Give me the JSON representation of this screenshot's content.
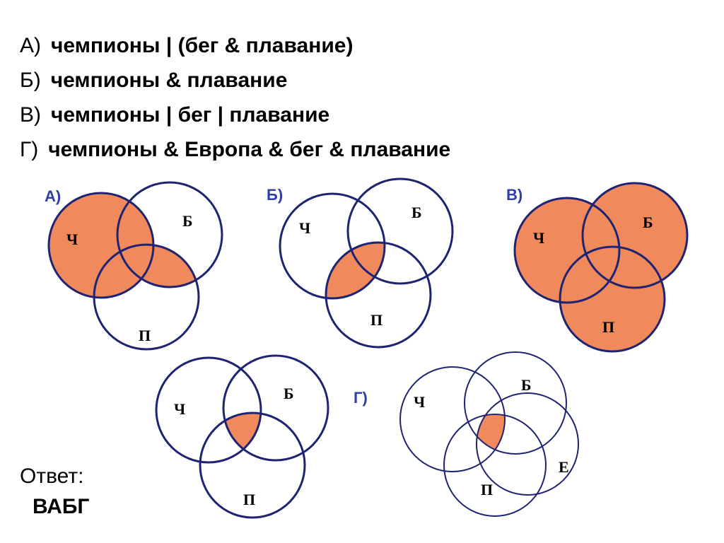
{
  "statements": [
    {
      "label": "А)",
      "expr": "чемпионы | (бег & плавание)"
    },
    {
      "label": "Б)",
      "expr": "чемпионы  & плавание"
    },
    {
      "label": "В)",
      "expr": "чемпионы | бег | плавание"
    },
    {
      "label": "Г)",
      "expr": "чемпионы & Европа & бег & плавание"
    }
  ],
  "answer_label": "Ответ:",
  "answer_value": "ВАБГ",
  "colors": {
    "fill": "#f08a5d",
    "stroke": "#1f2472",
    "label": "#2f3ea8"
  },
  "diagrams": {
    "a": {
      "tag": "А)",
      "sets": [
        "Ч",
        "Б",
        "П"
      ]
    },
    "b": {
      "tag": "Б)",
      "sets": [
        "Ч",
        "Б",
        "П"
      ]
    },
    "v": {
      "tag": "В)",
      "sets": [
        "Ч",
        "Б",
        "П"
      ]
    },
    "g_step": {
      "sets": [
        "Ч",
        "Б",
        "П"
      ]
    },
    "g": {
      "tag": "Г)",
      "sets": [
        "Ч",
        "Б",
        "П",
        "Е"
      ]
    }
  }
}
